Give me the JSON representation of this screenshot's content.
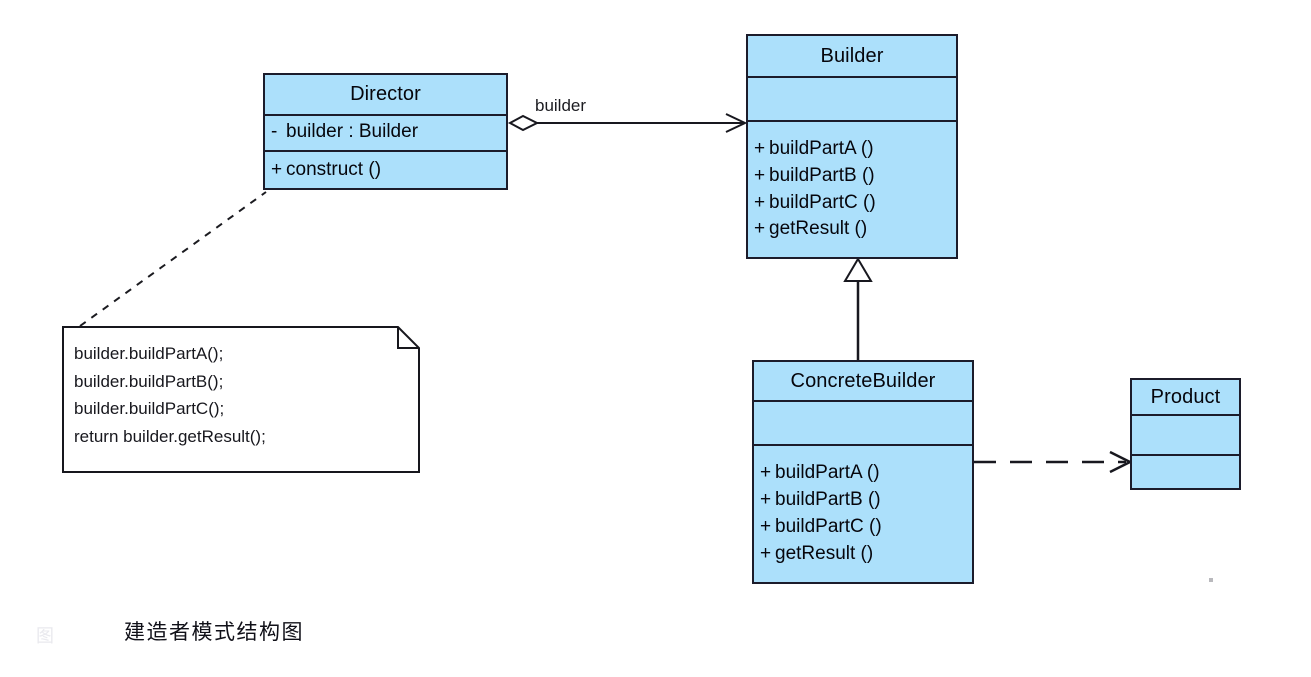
{
  "diagram": {
    "title": "建造者模式结构图",
    "caption_prefix": "图",
    "type": "uml-class-diagram",
    "background": "#ffffff",
    "class_fill": "#ace0fb",
    "class_stroke": "#1c1c2b",
    "note_fill": "#ffffff",
    "text_color": "#06060c"
  },
  "classes": {
    "director": {
      "name": "Director",
      "attributes": [
        {
          "visibility": "-",
          "text": "builder  : Builder"
        }
      ],
      "operations": [
        {
          "visibility": "+",
          "text": "construct ()"
        }
      ]
    },
    "builder": {
      "name": "Builder",
      "attributes": [],
      "operations": [
        {
          "visibility": "+",
          "text": "buildPartA ()"
        },
        {
          "visibility": "+",
          "text": "buildPartB ()"
        },
        {
          "visibility": "+",
          "text": "buildPartC ()"
        },
        {
          "visibility": "+",
          "text": "getResult ()"
        }
      ]
    },
    "concrete_builder": {
      "name": "ConcreteBuilder",
      "attributes": [],
      "operations": [
        {
          "visibility": "+",
          "text": "buildPartA ()"
        },
        {
          "visibility": "+",
          "text": "buildPartB ()"
        },
        {
          "visibility": "+",
          "text": "buildPartC ()"
        },
        {
          "visibility": "+",
          "text": "getResult ()"
        }
      ]
    },
    "product": {
      "name": "Product",
      "attributes": [],
      "operations": []
    }
  },
  "note": {
    "lines": [
      "builder.buildPartA();",
      "builder.buildPartB();",
      "builder.buildPartC();",
      "return builder.getResult();"
    ]
  },
  "relations": {
    "aggregation": {
      "label": "builder",
      "from": "Director",
      "to": "Builder",
      "kind": "aggregation-directed"
    },
    "generalization": {
      "label": "",
      "from": "ConcreteBuilder",
      "to": "Builder",
      "kind": "generalization"
    },
    "dependency": {
      "label": "",
      "from": "ConcreteBuilder",
      "to": "Product",
      "kind": "dependency"
    },
    "note_link": {
      "label": "",
      "from": "note",
      "to": "Director",
      "kind": "note-anchor"
    }
  }
}
